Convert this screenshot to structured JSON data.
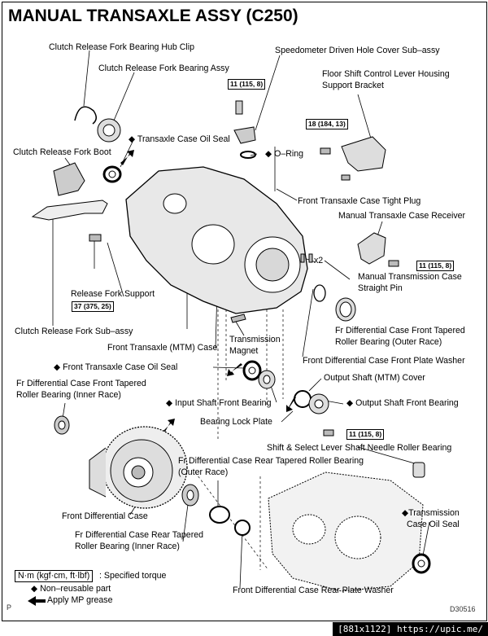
{
  "title": "MANUAL TRANSAXLE ASSY (C250)",
  "labels": {
    "clutch_hub_clip": "Clutch Release Fork Bearing Hub Clip",
    "clutch_bearing_assy": "Clutch Release Fork Bearing Assy",
    "speedo_cover": "Speedometer Driven Hole Cover Sub–assy",
    "floor_shift_1": "Floor  Shift  Control  Lever  Housing",
    "floor_shift_2": "Support Bracket",
    "oil_seal": "Transaxle Case Oil Seal",
    "fork_boot": "Clutch Release Fork Boot",
    "o_ring": "O–Ring",
    "tight_plug": "Front Transaxle Case Tight Plug",
    "case_receiver": "Manual Transaxle Case Receiver",
    "x2": "x2",
    "straight_pin_1": "Manual Transmission Case",
    "straight_pin_2": "Straight Pin",
    "fork_support": "Release Fork Support",
    "front_bearing_outer_1": "Fr Differential Case Front Tapered",
    "front_bearing_outer_2": "Roller Bearing (Outer Race)",
    "fork_sub": "Clutch Release Fork Sub–assy",
    "magnet_1": "Transmission",
    "magnet_2": "Magnet",
    "mtm_case": "Front Transaxle (MTM) Case",
    "plate_washer": "Front Differential Case Front Plate Washer",
    "front_oil_seal": "Front Transaxle Case Oil Seal",
    "output_cover": "Output Shaft (MTM) Cover",
    "inner_race_1": "Fr Differential Case Front Tapered",
    "inner_race_2": "Roller Bearing (Inner Race)",
    "input_bearing": "Input Shaft Front Bearing",
    "output_bearing": "Output Shaft Front Bearing",
    "lock_plate": "Bearing Lock Plate",
    "needle_bearing": "Shift & Select Lever Shaft Needle Roller Bearing",
    "rear_outer_1": "Fr Differential Case Rear Tapered Roller Bearing",
    "rear_outer_2": "(Outer Race)",
    "trans_oil_seal_1": "Transmission",
    "trans_oil_seal_2": "Case Oil Seal",
    "front_diff": "Front Differential Case",
    "rear_inner_1": "Fr Differential Case Rear Tapered",
    "rear_inner_2": "Roller Bearing (Inner Race)",
    "rear_plate_washer": "Front Differential Case Rear Plate Washer"
  },
  "torque": {
    "t1": "11 (115, 8)",
    "t2": "18 (184, 13)",
    "t3": "11 (115, 8)",
    "t4": "37 (375, 25)",
    "t5": "11 (115, 8)"
  },
  "legend": {
    "unit": "N·m (kgf·cm, ft·lbf)",
    "unit_desc": ": Specified torque",
    "nonreusable": "Non–reusable part",
    "grease": "Apply MP grease"
  },
  "footer": {
    "left": "P",
    "code": "D30516",
    "watermark": "[881x1122] https://upic.me/"
  }
}
